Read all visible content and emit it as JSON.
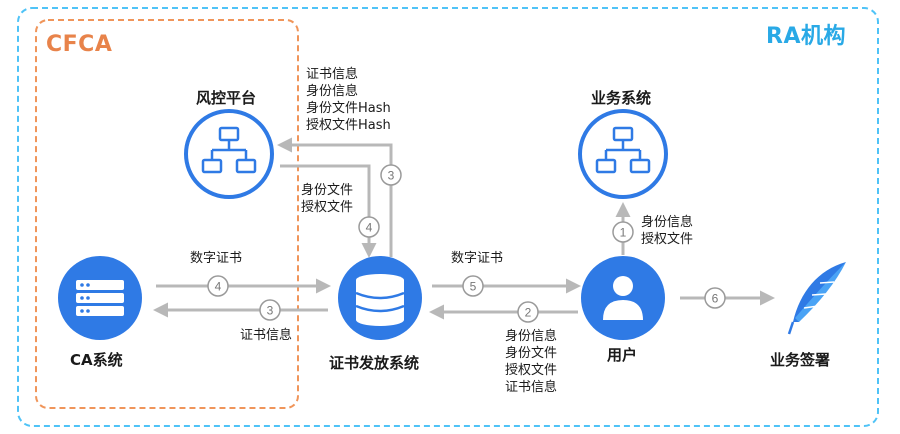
{
  "colors": {
    "ra_border": "#4fc3f7",
    "ra_label": "#29a9e6",
    "cfca_border": "#f0955a",
    "cfca_label": "#e8834a",
    "node_fill": "#2f7ae5",
    "node_fill_light": "#4aa3f5",
    "arrow": "#b8b8b8",
    "step_circle": "#9a9a9a"
  },
  "regions": {
    "cfca": "CFCA",
    "ra": "RA机构"
  },
  "nodes": {
    "risk": {
      "label": "风控平台",
      "icon": "network-icon"
    },
    "business": {
      "label": "业务系统",
      "icon": "network-icon"
    },
    "ca": {
      "label": "CA系统",
      "icon": "server-icon"
    },
    "issuer": {
      "label": "证书发放系统",
      "icon": "database-icon"
    },
    "user": {
      "label": "用户",
      "icon": "user-icon"
    },
    "signing": {
      "label": "业务签署",
      "icon": "feather-icon"
    }
  },
  "annotations": {
    "issuer_to_risk": "证书信息\n身份信息\n身份文件Hash\n授权文件Hash",
    "risk_to_issuer": "身份文件\n授权文件",
    "ca_to_issuer": "数字证书",
    "issuer_to_ca": "证书信息",
    "issuer_to_user": "数字证书",
    "user_to_issuer": "身份信息\n身份文件\n授权文件\n证书信息",
    "user_to_business": "身份信息\n授权文件"
  },
  "steps": {
    "s1": "1",
    "s2": "2",
    "s3a": "3",
    "s3b": "3",
    "s4a": "4",
    "s4b": "4",
    "s5": "5",
    "s6": "6"
  }
}
